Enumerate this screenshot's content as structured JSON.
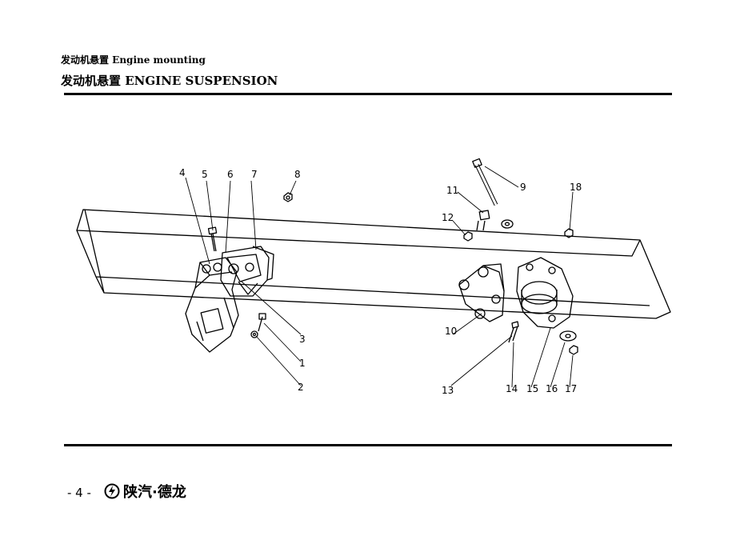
{
  "header": {
    "subtitle": "发动机悬置  Engine mounting",
    "title": "发动机悬置 ENGINE SUSPENSION"
  },
  "drawing": {
    "callouts": [
      "4",
      "5",
      "6",
      "7",
      "8",
      "9",
      "11",
      "12",
      "18",
      "3",
      "1",
      "2",
      "10",
      "13",
      "14",
      "15",
      "16",
      "17"
    ]
  },
  "footer": {
    "page": "- 4 -",
    "brand": "陕汽·德龙"
  }
}
